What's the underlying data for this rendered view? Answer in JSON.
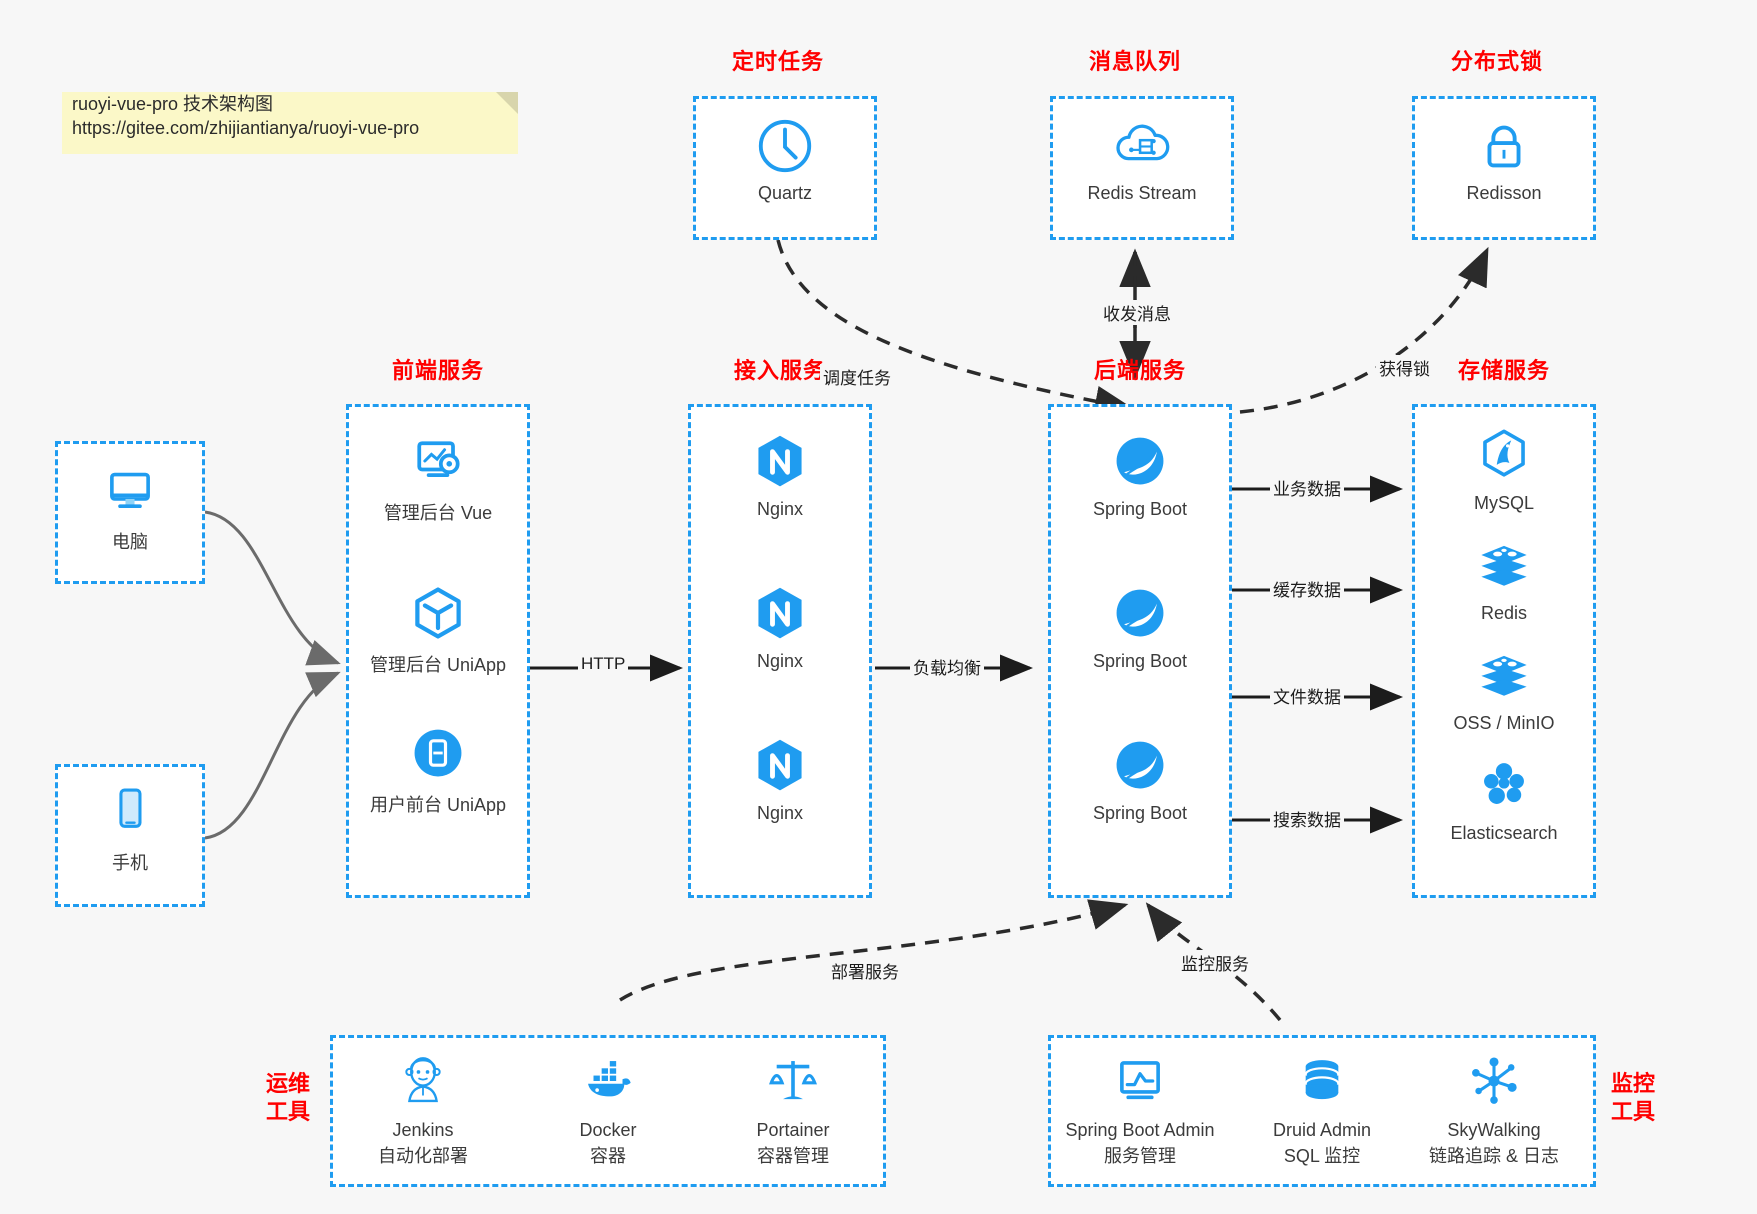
{
  "note": {
    "line1": "ruoyi-vue-pro 技术架构图",
    "line2": "https://gitee.com/zhijiantianya/ruoyi-vue-pro",
    "bg_color": "#fbf8c8"
  },
  "theme": {
    "accent": "#1f9cf0",
    "title_color": "#ff0000",
    "text_color": "#3b3b3b",
    "background": "#f7f7f7"
  },
  "groups": {
    "scheduler": {
      "title": "定时任务",
      "items": [
        {
          "icon": "clock-icon",
          "label": "Quartz"
        }
      ]
    },
    "mq": {
      "title": "消息队列",
      "items": [
        {
          "icon": "cloud-stream-icon",
          "label": "Redis Stream"
        }
      ]
    },
    "lock": {
      "title": "分布式锁",
      "items": [
        {
          "icon": "padlock-icon",
          "label": "Redisson"
        }
      ]
    },
    "client_pc": {
      "items": [
        {
          "icon": "monitor-icon",
          "label": "电脑"
        }
      ]
    },
    "client_mobile": {
      "items": [
        {
          "icon": "smartphone-icon",
          "label": "手机"
        }
      ]
    },
    "frontend": {
      "title": "前端服务",
      "items": [
        {
          "icon": "dashboard-gear-icon",
          "label": "管理后台 Vue"
        },
        {
          "icon": "hexagon-cube-icon",
          "label": "管理后台 UniApp"
        },
        {
          "icon": "mobile-circle-icon",
          "label": "用户前台 UniApp"
        }
      ]
    },
    "gateway": {
      "title": "接入服务",
      "items": [
        {
          "icon": "nginx-icon",
          "label": "Nginx"
        },
        {
          "icon": "nginx-icon",
          "label": "Nginx"
        },
        {
          "icon": "nginx-icon",
          "label": "Nginx"
        }
      ]
    },
    "backend": {
      "title": "后端服务",
      "items": [
        {
          "icon": "spring-boot-icon",
          "label": "Spring Boot"
        },
        {
          "icon": "spring-boot-icon",
          "label": "Spring Boot"
        },
        {
          "icon": "spring-boot-icon",
          "label": "Spring Boot"
        }
      ]
    },
    "storage": {
      "title": "存储服务",
      "items": [
        {
          "icon": "mysql-icon",
          "label": "MySQL"
        },
        {
          "icon": "redis-icon",
          "label": "Redis"
        },
        {
          "icon": "oss-minio-icon",
          "label": "OSS / MinIO"
        },
        {
          "icon": "elasticsearch-icon",
          "label": "Elasticsearch"
        }
      ]
    },
    "devops": {
      "title_line1": "运维",
      "title_line2": "工具",
      "items": [
        {
          "icon": "jenkins-icon",
          "label": "Jenkins",
          "sublabel": "自动化部署"
        },
        {
          "icon": "docker-icon",
          "label": "Docker",
          "sublabel": "容器"
        },
        {
          "icon": "portainer-icon",
          "label": "Portainer",
          "sublabel": "容器管理"
        }
      ]
    },
    "monitoring": {
      "title_line1": "监控",
      "title_line2": "工具",
      "items": [
        {
          "icon": "chart-monitor-icon",
          "label": "Spring Boot Admin",
          "sublabel": "服务管理"
        },
        {
          "icon": "database-icon",
          "label": "Druid Admin",
          "sublabel": "SQL 监控"
        },
        {
          "icon": "skywalking-icon",
          "label": "SkyWalking",
          "sublabel": "链路追踪 & 日志"
        }
      ]
    }
  },
  "edges": [
    {
      "id": "http",
      "label": "HTTP"
    },
    {
      "id": "loadbalance",
      "label": "负载均衡"
    },
    {
      "id": "schedule",
      "label": "调度任务"
    },
    {
      "id": "messaging",
      "label": "收发消息"
    },
    {
      "id": "acquire-lock",
      "label": "获得锁"
    },
    {
      "id": "biz-data",
      "label": "业务数据"
    },
    {
      "id": "cache-data",
      "label": "缓存数据"
    },
    {
      "id": "file-data",
      "label": "文件数据"
    },
    {
      "id": "search-data",
      "label": "搜索数据"
    },
    {
      "id": "deploy",
      "label": "部署服务"
    },
    {
      "id": "monitor",
      "label": "监控服务"
    }
  ]
}
